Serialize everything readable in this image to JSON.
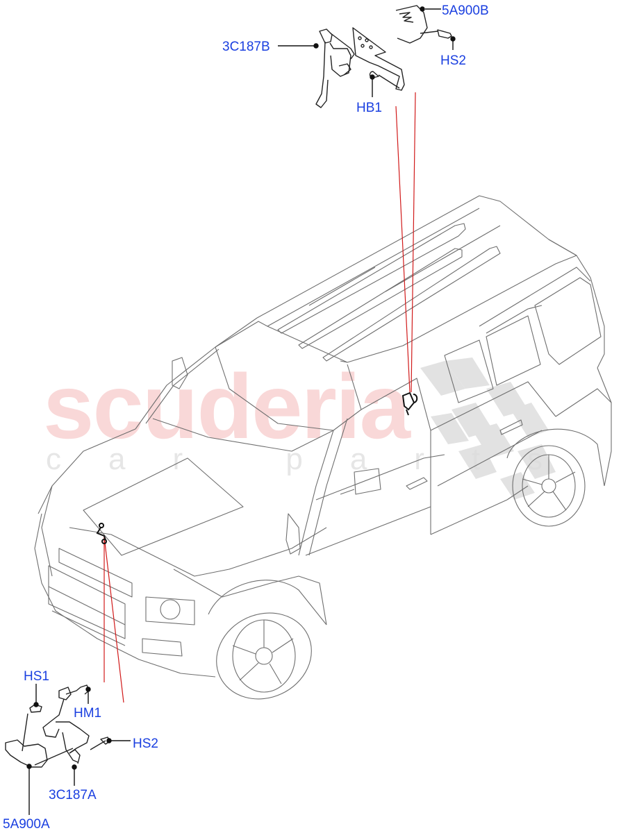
{
  "watermark": {
    "brand": "scuderia",
    "subtitle": "car parts",
    "brand_color": "#f8d2d2",
    "subtitle_color": "#e6e6e6"
  },
  "diagram": {
    "subject": "vehicle line-drawing with headlamp levelling / ride height sensor locations",
    "line_color": "#6e6e6e",
    "leader_color": "#d11a1a",
    "label_color": "#1a3fe0"
  },
  "callouts": {
    "rear_group": {
      "sensor": "3C187B",
      "bracket": "5A900B",
      "screw": "HS2",
      "bolt": "HB1"
    },
    "front_group": {
      "screw_1": "HS1",
      "nut": "HM1",
      "screw_2": "HS2",
      "sensor": "3C187A",
      "bracket": "5A900A"
    }
  }
}
